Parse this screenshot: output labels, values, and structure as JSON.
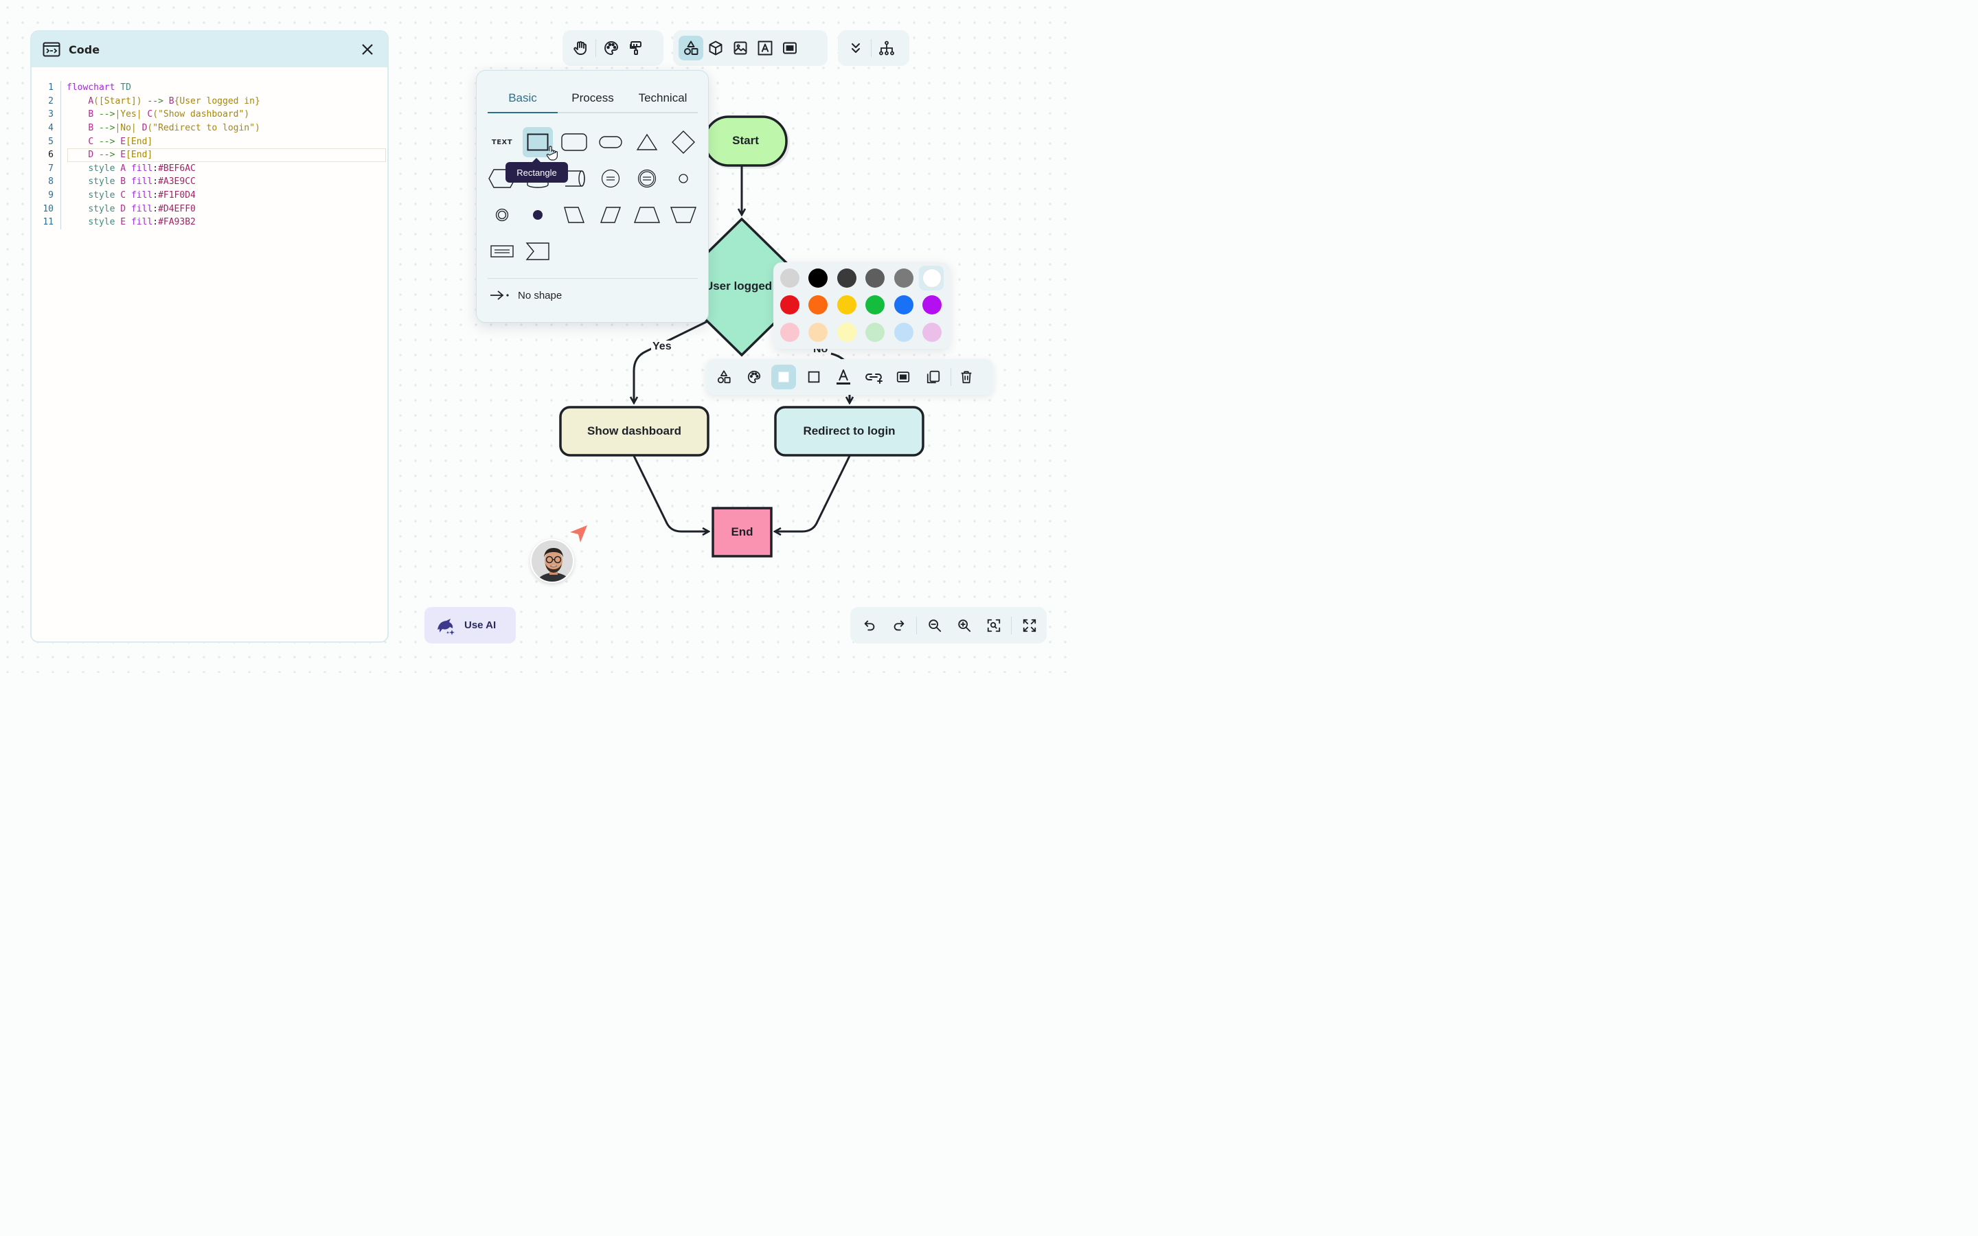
{
  "code_panel": {
    "title": "Code",
    "lines": [
      {
        "n": "1",
        "parts": [
          [
            "kw",
            "flowchart"
          ],
          [
            "",
            " "
          ],
          [
            "dir",
            "TD"
          ]
        ]
      },
      {
        "n": "2",
        "parts": [
          [
            "",
            "    "
          ],
          [
            "id",
            "A"
          ],
          [
            "str",
            "([Start])"
          ],
          [
            "",
            " "
          ],
          [
            "arr",
            "-->"
          ],
          [
            "",
            " "
          ],
          [
            "id",
            "B"
          ],
          [
            "str",
            "{User logged in}"
          ]
        ]
      },
      {
        "n": "3",
        "parts": [
          [
            "",
            "    "
          ],
          [
            "id",
            "B"
          ],
          [
            "",
            " "
          ],
          [
            "arr",
            "-->"
          ],
          [
            "str",
            "|Yes|"
          ],
          [
            "",
            " "
          ],
          [
            "id",
            "C"
          ],
          [
            "str",
            "(\"Show dashboard\")"
          ]
        ]
      },
      {
        "n": "4",
        "parts": [
          [
            "",
            "    "
          ],
          [
            "id",
            "B"
          ],
          [
            "",
            " "
          ],
          [
            "arr",
            "-->"
          ],
          [
            "str",
            "|No|"
          ],
          [
            "",
            " "
          ],
          [
            "id",
            "D"
          ],
          [
            "str",
            "(\"Redirect to login\")"
          ]
        ]
      },
      {
        "n": "5",
        "parts": [
          [
            "",
            "    "
          ],
          [
            "id",
            "C"
          ],
          [
            "",
            " "
          ],
          [
            "arr",
            "-->"
          ],
          [
            "",
            " "
          ],
          [
            "id",
            "E"
          ],
          [
            "str",
            "[End]"
          ]
        ]
      },
      {
        "n": "6",
        "parts": [
          [
            "",
            "    "
          ],
          [
            "id",
            "D"
          ],
          [
            "",
            " "
          ],
          [
            "arr",
            "-->"
          ],
          [
            "",
            " "
          ],
          [
            "id",
            "E"
          ],
          [
            "str",
            "[End]"
          ]
        ]
      },
      {
        "n": "7",
        "parts": [
          [
            "",
            "    "
          ],
          [
            "sty",
            "style"
          ],
          [
            "",
            " "
          ],
          [
            "id",
            "A"
          ],
          [
            "",
            " "
          ],
          [
            "prop",
            "fill"
          ],
          [
            "",
            ":"
          ],
          [
            "hex",
            "#BEF6AC"
          ]
        ]
      },
      {
        "n": "8",
        "parts": [
          [
            "",
            "    "
          ],
          [
            "sty",
            "style"
          ],
          [
            "",
            " "
          ],
          [
            "id",
            "B"
          ],
          [
            "",
            " "
          ],
          [
            "prop",
            "fill"
          ],
          [
            "",
            ":"
          ],
          [
            "hex",
            "#A3E9CC"
          ]
        ]
      },
      {
        "n": "9",
        "parts": [
          [
            "",
            "    "
          ],
          [
            "sty",
            "style"
          ],
          [
            "",
            " "
          ],
          [
            "id",
            "C"
          ],
          [
            "",
            " "
          ],
          [
            "prop",
            "fill"
          ],
          [
            "",
            ":"
          ],
          [
            "hex",
            "#F1F0D4"
          ]
        ]
      },
      {
        "n": "10",
        "parts": [
          [
            "",
            "    "
          ],
          [
            "sty",
            "style"
          ],
          [
            "",
            " "
          ],
          [
            "id",
            "D"
          ],
          [
            "",
            " "
          ],
          [
            "prop",
            "fill"
          ],
          [
            "",
            ":"
          ],
          [
            "hex",
            "#D4EFF0"
          ]
        ]
      },
      {
        "n": "11",
        "parts": [
          [
            "",
            "    "
          ],
          [
            "sty",
            "style"
          ],
          [
            "",
            " "
          ],
          [
            "id",
            "E"
          ],
          [
            "",
            " "
          ],
          [
            "prop",
            "fill"
          ],
          [
            "",
            ":"
          ],
          [
            "hex",
            "#FA93B2"
          ]
        ]
      }
    ],
    "active_line": "6"
  },
  "toolbar": {
    "group1": [
      "hand-icon",
      "palette-icon",
      "paint-roller-icon"
    ],
    "group2": [
      "shapes-icon",
      "cube-icon",
      "image-icon",
      "text-box-icon",
      "embed-icon"
    ],
    "group3": [
      "chevrons-down-icon",
      "sitemap-icon"
    ],
    "active": "shapes-icon"
  },
  "shape_popover": {
    "tabs": [
      "Basic",
      "Process",
      "Technical"
    ],
    "active_tab": "Basic",
    "text_shape_label": "TEXT",
    "selected_shape": "rectangle",
    "tooltip": "Rectangle",
    "no_shape_label": "No shape"
  },
  "palette": {
    "colors": [
      "#d4d4d4",
      "#000000",
      "#3a3a3a",
      "#5e5e5e",
      "#7a7a7a",
      "#ffffff",
      "#e8141c",
      "#fb6a10",
      "#fccc0c",
      "#15bd3f",
      "#1971f5",
      "#b40ff0",
      "#fac7d0",
      "#fddcb0",
      "#fdf8b6",
      "#c5ebc8",
      "#bfe0f8",
      "#ecbfeb"
    ],
    "selected": "#ffffff"
  },
  "node_toolbar": [
    "add-shape-icon",
    "palette-icon",
    "fill-icon",
    "border-icon",
    "text-color-icon",
    "link-icon",
    "embed-icon",
    "duplicate-icon",
    "trash-icon"
  ],
  "diagram": {
    "nodes": {
      "start": {
        "label": "Start",
        "fill": "#BEF6AC"
      },
      "decision": {
        "label": "User logged in",
        "fill": "#A3E9CC"
      },
      "dashboard": {
        "label": "Show dashboard",
        "fill": "#F1F0D4"
      },
      "redirect": {
        "label": "Redirect to login",
        "fill": "#D4EFF0"
      },
      "end": {
        "label": "End",
        "fill": "#FA93B2"
      }
    },
    "edges": {
      "yes": "Yes",
      "no": "No"
    }
  },
  "ai_button": {
    "label": "Use AI"
  },
  "zoom_bar": [
    "undo-icon",
    "redo-icon",
    "zoom-out-icon",
    "zoom-in-icon",
    "zoom-fit-icon",
    "fullscreen-icon"
  ]
}
